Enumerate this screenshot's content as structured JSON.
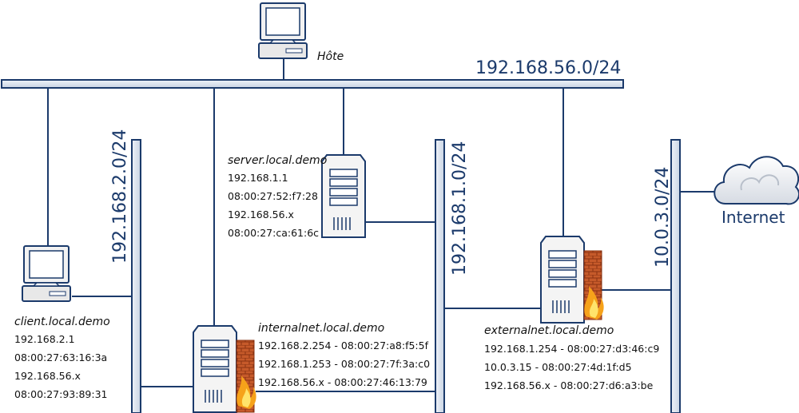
{
  "networks": {
    "hostonly": "192.168.56.0/24",
    "net2": "192.168.2.0/24",
    "net1": "192.168.1.0/24",
    "net3": "10.0.3.0/24"
  },
  "internet_label": "Internet",
  "host_label": "Hôte",
  "nodes": {
    "server": {
      "name": "server.local.demo",
      "lines": [
        "192.168.1.1",
        "08:00:27:52:f7:28",
        "192.168.56.x",
        "08:00:27:ca:61:6c"
      ]
    },
    "client": {
      "name": "client.local.demo",
      "lines": [
        "192.168.2.1",
        "08:00:27:63:16:3a",
        "192.168.56.x",
        "08:00:27:93:89:31"
      ]
    },
    "internalnet": {
      "name": "internalnet.local.demo",
      "lines": [
        "192.168.2.254 - 08:00:27:a8:f5:5f",
        "192.168.1.253 - 08:00:27:7f:3a:c0",
        "192.168.56.x - 08:00:27:46:13:79"
      ]
    },
    "externalnet": {
      "name": "externalnet.local.demo",
      "lines": [
        "192.168.1.254 - 08:00:27:d3:46:c9",
        "10.0.3.15 - 08:00:27:4d:1f:d5",
        "192.168.56.x - 08:00:27:d6:a3:be"
      ]
    }
  },
  "colors": {
    "bus_fill": "#dfe6f0",
    "bus_stroke": "#1b3a6b",
    "line": "#1b3a6b",
    "brick": "#c65a2a",
    "flame": "#f6a21a"
  }
}
